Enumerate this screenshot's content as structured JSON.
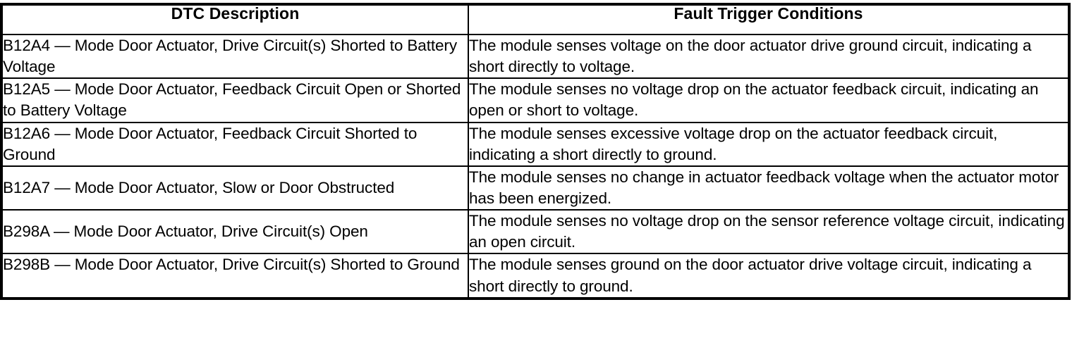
{
  "table": {
    "columns": [
      {
        "key": "dtc_description",
        "label": "DTC Description"
      },
      {
        "key": "fault_trigger_conditions",
        "label": "Fault Trigger Conditions"
      }
    ],
    "rows": [
      {
        "dtc_code": "B12A4",
        "dtc_description": "B12A4 — Mode Door Actuator, Drive Circuit(s) Shorted to Battery Voltage",
        "fault_trigger_conditions": "The module senses voltage on the door actuator drive ground circuit, indicating a short directly to voltage."
      },
      {
        "dtc_code": "B12A5",
        "dtc_description": "B12A5 — Mode Door Actuator, Feedback Circuit Open or Shorted to Battery Voltage",
        "fault_trigger_conditions": "The module senses no voltage drop on the actuator feedback circuit, indicating an open or short to voltage."
      },
      {
        "dtc_code": "B12A6",
        "dtc_description": "B12A6 — Mode Door Actuator, Feedback Circuit Shorted to Ground",
        "fault_trigger_conditions": "The module senses excessive voltage drop on the actuator feedback circuit, indicating a short directly to ground."
      },
      {
        "dtc_code": "B12A7",
        "dtc_description": "B12A7 — Mode Door Actuator, Slow or Door Obstructed",
        "fault_trigger_conditions": "The module senses no change in actuator feedback voltage when the actuator motor has been energized."
      },
      {
        "dtc_code": "B298A",
        "dtc_description": "B298A — Mode Door Actuator, Drive Circuit(s) Open",
        "fault_trigger_conditions": "The module senses no voltage drop on the sensor reference voltage circuit, indicating an open circuit."
      },
      {
        "dtc_code": "B298B",
        "dtc_description": "B298B — Mode Door Actuator, Drive Circuit(s) Shorted to Ground",
        "fault_trigger_conditions": "The module senses ground on the door actuator drive voltage circuit, indicating a short directly to ground."
      }
    ]
  },
  "style": {
    "text_color": "#000000",
    "background_color": "#ffffff",
    "border_color": "#000000"
  }
}
